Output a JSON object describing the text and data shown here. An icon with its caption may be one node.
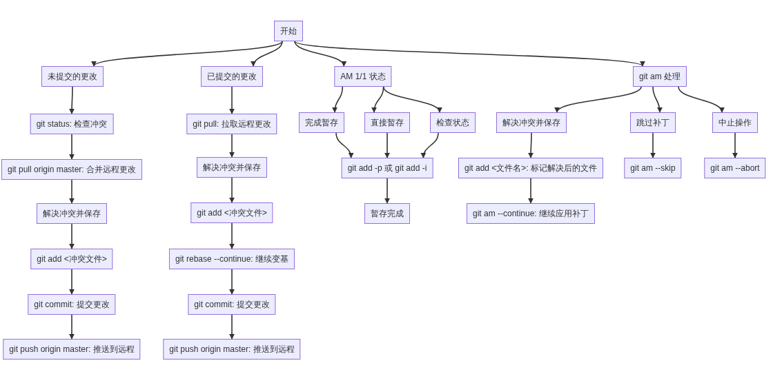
{
  "diagram": {
    "nodes": [
      {
        "text": [
          "开始"
        ]
      },
      {
        "text": [
          "未提交的更改"
        ]
      },
      {
        "text": [
          "git status: 检查冲突"
        ]
      },
      {
        "text": [
          "git pull origin master: 合并远程更改"
        ]
      },
      {
        "text": [
          "解决冲突并保存"
        ]
      },
      {
        "text": [
          "git add <冲突文件>"
        ]
      },
      {
        "text": [
          "git commit: 提交更改"
        ]
      },
      {
        "text": [
          "git push origin master: 推送到远程"
        ]
      },
      {
        "text": [
          "已提交的更改"
        ]
      },
      {
        "text": [
          "git pull: 拉取远程更改"
        ]
      },
      {
        "text": [
          "解决冲突并保存"
        ]
      },
      {
        "text": [
          "git add <冲突文件>"
        ]
      },
      {
        "text": [
          "git rebase --continue: 继续变基"
        ]
      },
      {
        "text": [
          "git commit: 提交更改"
        ]
      },
      {
        "text": [
          "git push origin master: 推送到远程"
        ]
      },
      {
        "text": [
          "AM 1/1 状态"
        ]
      },
      {
        "text": [
          "完成暂存"
        ]
      },
      {
        "text": [
          "直接暂存"
        ]
      },
      {
        "text": [
          "检查状态"
        ]
      },
      {
        "text": [
          "git add -p 或 git add -i"
        ]
      },
      {
        "text": [
          "暂存完成"
        ]
      },
      {
        "text": [
          "git am 处理"
        ]
      },
      {
        "text": [
          "解决冲突并保存"
        ]
      },
      {
        "text": [
          "git add <文件名>: 标记解决后的文件"
        ]
      },
      {
        "text": [
          "git am --continue: 继续应用补丁"
        ]
      },
      {
        "text": [
          "跳过补丁"
        ]
      },
      {
        "text": [
          "git am --skip"
        ]
      },
      {
        "text": [
          "中止操作"
        ]
      },
      {
        "text": [
          "git am --abort"
        ]
      }
    ],
    "edges": [
      {
        "from": 0,
        "to": 1,
        "arrow": "to"
      },
      {
        "from": 0,
        "to": 8,
        "arrow": "to"
      },
      {
        "from": 0,
        "to": 15,
        "arrow": "to"
      },
      {
        "from": 0,
        "to": 21,
        "arrow": "to"
      },
      {
        "from": 1,
        "to": 2,
        "arrow": "to"
      },
      {
        "from": 2,
        "to": 3,
        "arrow": "to"
      },
      {
        "from": 3,
        "to": 4,
        "arrow": "to"
      },
      {
        "from": 4,
        "to": 5,
        "arrow": "to"
      },
      {
        "from": 5,
        "to": 6,
        "arrow": "to"
      },
      {
        "from": 6,
        "to": 7,
        "arrow": "to"
      },
      {
        "from": 8,
        "to": 9,
        "arrow": "to"
      },
      {
        "from": 9,
        "to": 10,
        "arrow": "to"
      },
      {
        "from": 10,
        "to": 11,
        "arrow": "to"
      },
      {
        "from": 11,
        "to": 12,
        "arrow": "to"
      },
      {
        "from": 12,
        "to": 13,
        "arrow": "to"
      },
      {
        "from": 13,
        "to": 14,
        "arrow": "to"
      },
      {
        "from": 15,
        "to": 16,
        "arrow": "to"
      },
      {
        "from": 15,
        "to": 17,
        "arrow": "to"
      },
      {
        "from": 15,
        "to": 18,
        "arrow": "to"
      },
      {
        "from": 16,
        "to": 19,
        "arrow": "to"
      },
      {
        "from": 17,
        "to": 19,
        "arrow": "to"
      },
      {
        "from": 18,
        "to": 19,
        "arrow": "to"
      },
      {
        "from": 19,
        "to": 20,
        "arrow": "to"
      },
      {
        "from": 21,
        "to": 22,
        "arrow": "to"
      },
      {
        "from": 21,
        "to": 25,
        "arrow": "to"
      },
      {
        "from": 21,
        "to": 27,
        "arrow": "to"
      },
      {
        "from": 22,
        "to": 23,
        "arrow": "to"
      },
      {
        "from": 23,
        "to": 24,
        "arrow": "to"
      },
      {
        "from": 25,
        "to": 26,
        "arrow": "to"
      },
      {
        "from": 27,
        "to": 28,
        "arrow": "to"
      }
    ]
  }
}
